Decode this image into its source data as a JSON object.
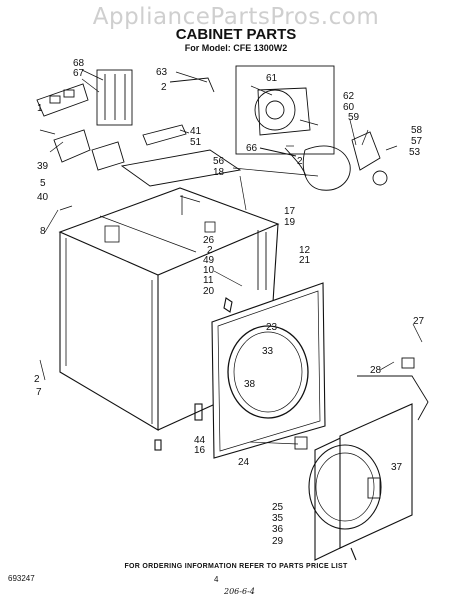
{
  "watermark": "AppliancePartsPros.com",
  "title": "CABINET PARTS",
  "model": "For Model: CFE 1300W2",
  "footer": "FOR ORDERING INFORMATION REFER TO PARTS PRICE LIST",
  "doc_number": "693247",
  "page_number": "4",
  "handwritten_note": "206-6-4",
  "callouts": [
    "68",
    "67",
    "1",
    "39",
    "5",
    "40",
    "8",
    "2",
    "7",
    "63",
    "2",
    "41",
    "51",
    "56",
    "18",
    "26",
    "2",
    "49",
    "10",
    "11",
    "20",
    "61",
    "62",
    "60",
    "59",
    "66",
    "2",
    "58",
    "57",
    "53",
    "17",
    "19",
    "12",
    "21",
    "23",
    "33",
    "38",
    "44",
    "16",
    "27",
    "28",
    "24",
    "37",
    "25",
    "35",
    "36",
    "29"
  ]
}
